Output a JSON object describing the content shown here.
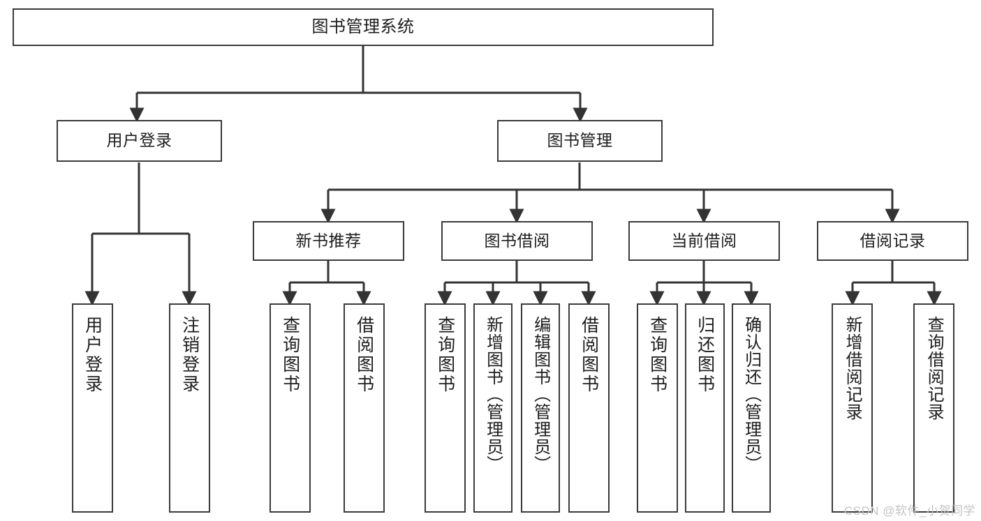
{
  "diagram": {
    "title": "图书管理系统",
    "watermark": "CSDN @软件_小贺同学",
    "colors": {
      "background": "#ffffff",
      "box_border": "#3a3a3a",
      "connector": "#333333",
      "text": "#1d1d1d",
      "watermark": "#c3c3c3"
    },
    "levels": {
      "root": "图书管理系统",
      "level2": [
        "用户登录",
        "图书管理"
      ],
      "level3": [
        "新书推荐",
        "图书借阅",
        "当前借阅",
        "借阅记录"
      ]
    },
    "nodes": {
      "root": {
        "label": "图书管理系统"
      },
      "user_login": {
        "label": "用户登录"
      },
      "book_manage": {
        "label": "图书管理"
      },
      "new_book_rec": {
        "label": "新书推荐"
      },
      "book_borrow": {
        "label": "图书借阅"
      },
      "current_borrow": {
        "label": "当前借阅"
      },
      "borrow_record": {
        "label": "借阅记录"
      },
      "leaf_user_login": {
        "label": "用户登录"
      },
      "leaf_logout": {
        "label": "注销登录"
      },
      "leaf_query_book_1": {
        "label": "查询图书"
      },
      "leaf_borrow_book_1": {
        "label": "借阅图书"
      },
      "leaf_query_book_2": {
        "label": "查询图书"
      },
      "leaf_add_book": {
        "label": "新增图书（管理员）"
      },
      "leaf_edit_book": {
        "label": "编辑图书（管理员）"
      },
      "leaf_borrow_book_2": {
        "label": "借阅图书"
      },
      "leaf_query_book_3": {
        "label": "查询图书"
      },
      "leaf_return_book": {
        "label": "归还图书"
      },
      "leaf_confirm_return": {
        "label": "确认归还（管理员）"
      },
      "leaf_add_record": {
        "label": "新增借阅记录"
      },
      "leaf_query_record": {
        "label": "查询借阅记录"
      }
    },
    "edges": [
      {
        "from": "root",
        "to": "user_login"
      },
      {
        "from": "root",
        "to": "book_manage"
      },
      {
        "from": "user_login",
        "to": "leaf_user_login"
      },
      {
        "from": "user_login",
        "to": "leaf_logout"
      },
      {
        "from": "book_manage",
        "to": "new_book_rec"
      },
      {
        "from": "book_manage",
        "to": "book_borrow"
      },
      {
        "from": "book_manage",
        "to": "current_borrow"
      },
      {
        "from": "book_manage",
        "to": "borrow_record"
      },
      {
        "from": "new_book_rec",
        "to": "leaf_query_book_1"
      },
      {
        "from": "new_book_rec",
        "to": "leaf_borrow_book_1"
      },
      {
        "from": "book_borrow",
        "to": "leaf_query_book_2"
      },
      {
        "from": "book_borrow",
        "to": "leaf_add_book"
      },
      {
        "from": "book_borrow",
        "to": "leaf_edit_book"
      },
      {
        "from": "book_borrow",
        "to": "leaf_borrow_book_2"
      },
      {
        "from": "current_borrow",
        "to": "leaf_query_book_3"
      },
      {
        "from": "current_borrow",
        "to": "leaf_return_book"
      },
      {
        "from": "current_borrow",
        "to": "leaf_confirm_return"
      },
      {
        "from": "borrow_record",
        "to": "leaf_add_record"
      },
      {
        "from": "borrow_record",
        "to": "leaf_query_record"
      }
    ]
  }
}
